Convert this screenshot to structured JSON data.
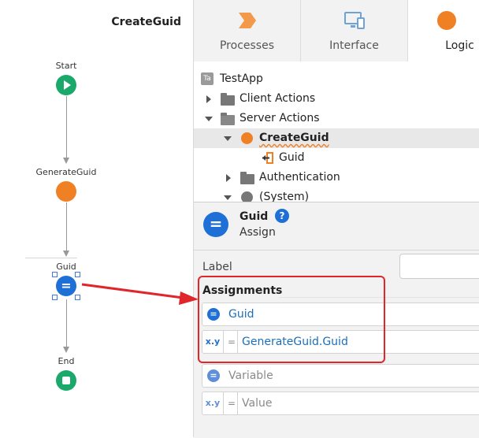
{
  "flow": {
    "title": "CreateGuid",
    "nodes": {
      "start": "Start",
      "generate": "GenerateGuid",
      "assign": "Guid",
      "end": "End"
    }
  },
  "tabs": [
    {
      "label": "Processes",
      "icon": "chevron-process-icon"
    },
    {
      "label": "Interface",
      "icon": "monitor-icon"
    },
    {
      "label": "Logic",
      "icon": "circle-logic-icon"
    }
  ],
  "tree": {
    "app_badge": "Ta",
    "app": "TestApp",
    "client_actions": "Client Actions",
    "server_actions": "Server Actions",
    "create_guid": "CreateGuid",
    "guid_output": "Guid",
    "authentication": "Authentication",
    "system": "(System)"
  },
  "properties": {
    "name": "Guid",
    "help": "?",
    "type": "Assign",
    "label_caption": "Label",
    "label_value": "",
    "assignments_heading": "Assignments",
    "assignment_variable": "Guid",
    "assignment_value": "GenerateGuid.Guid",
    "variable_placeholder": "Variable",
    "value_placeholder": "Value",
    "xy_badge": "x.y",
    "eq": "=",
    "assign_glyph": "="
  },
  "colors": {
    "start_end": "#1aa86b",
    "server_action": "#ef8024",
    "assign": "#1e6fd6",
    "highlight": "#e0262b"
  }
}
